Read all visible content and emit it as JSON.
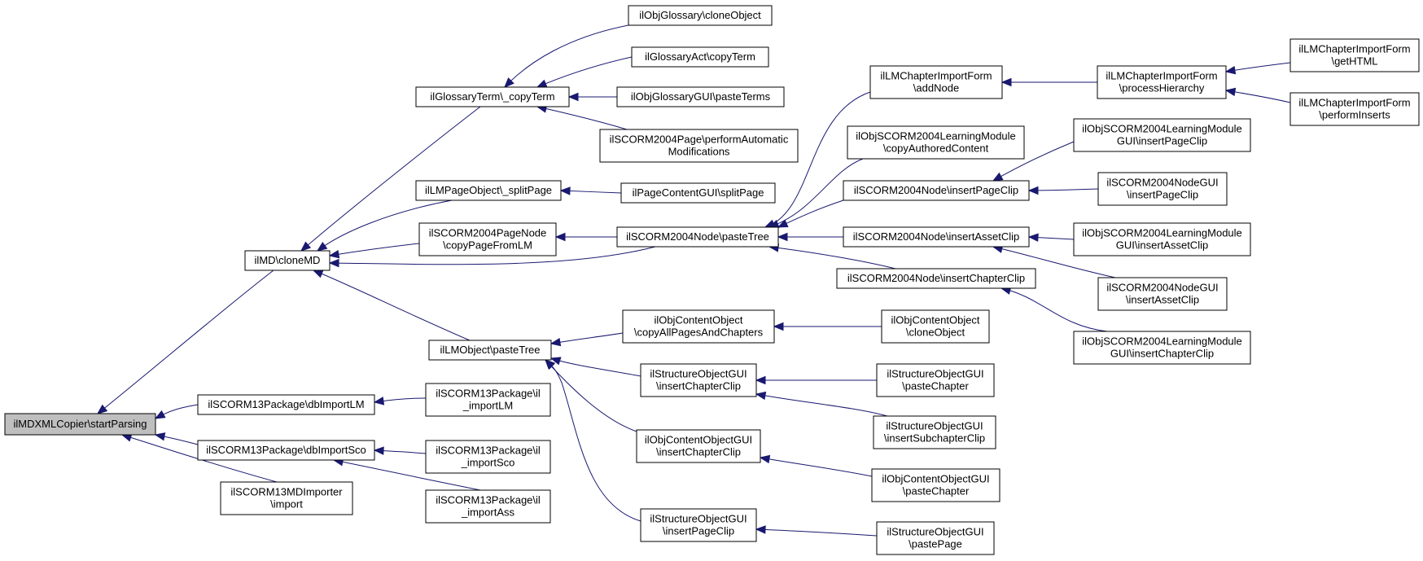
{
  "colors": {
    "edge": "#191970",
    "root_fill": "#bfbfbf",
    "node_fill": "#ffffff",
    "border": "#000000"
  },
  "nodes": {
    "startParsing": [
      "ilMDXMLCopier\\startParsing"
    ],
    "cloneMD": [
      "ilMD\\cloneMD"
    ],
    "dbImportLM": [
      "ilSCORM13Package\\dbImportLM"
    ],
    "dbImportSco": [
      "ilSCORM13Package\\dbImportSco"
    ],
    "mdImporter": [
      "ilSCORM13MDImporter",
      "\\import"
    ],
    "copyTerm": [
      "ilGlossaryTerm\\_copyTerm"
    ],
    "splitPageLM": [
      "ilLMPageObject\\_splitPage"
    ],
    "copyPageFromLM": [
      "ilSCORM2004PageNode",
      "\\copyPageFromLM"
    ],
    "lmPasteTree": [
      "ilLMObject\\pasteTree"
    ],
    "importLM": [
      "ilSCORM13Package\\il",
      "_importLM"
    ],
    "importSco": [
      "ilSCORM13Package\\il",
      "_importSco"
    ],
    "importAss": [
      "ilSCORM13Package\\il",
      "_importAss"
    ],
    "glossCloneObject": [
      "ilObjGlossary\\cloneObject"
    ],
    "glossActCopyTerm": [
      "ilGlossaryAct\\copyTerm"
    ],
    "pasteTerms": [
      "ilObjGlossaryGUI\\pasteTerms"
    ],
    "performAuto": [
      "ilSCORM2004Page\\performAutomatic",
      "Modifications"
    ],
    "pcSplitPage": [
      "ilPageContentGUI\\splitPage"
    ],
    "s2004PasteTree": [
      "ilSCORM2004Node\\pasteTree"
    ],
    "copyAllPages": [
      "ilObjContentObject",
      "\\copyAllPagesAndChapters"
    ],
    "sogInsertChapterClip": [
      "ilStructureObjectGUI",
      "\\insertChapterClip"
    ],
    "cogInsertChapterClip": [
      "ilObjContentObjectGUI",
      "\\insertChapterClip"
    ],
    "sogInsertPageClip": [
      "ilStructureObjectGUI",
      "\\insertPageClip"
    ],
    "addNode": [
      "ilLMChapterImportForm",
      "\\addNode"
    ],
    "copyAuthored": [
      "ilObjSCORM2004LearningModule",
      "\\copyAuthoredContent"
    ],
    "nodeInsertPageClip": [
      "ilSCORM2004Node\\insertPageClip"
    ],
    "nodeInsertAssetClip": [
      "ilSCORM2004Node\\insertAssetClip"
    ],
    "nodeInsertChapterClip": [
      "ilSCORM2004Node\\insertChapterClip"
    ],
    "cooCloneObject": [
      "ilObjContentObject",
      "\\cloneObject"
    ],
    "sogPasteChapter": [
      "ilStructureObjectGUI",
      "\\pasteChapter"
    ],
    "sogInsertSubchapter": [
      "ilStructureObjectGUI",
      "\\insertSubchapterClip"
    ],
    "cogPasteChapter": [
      "ilObjContentObjectGUI",
      "\\pasteChapter"
    ],
    "sogPastePage": [
      "ilStructureObjectGUI",
      "\\pastePage"
    ],
    "processHierarchy": [
      "ilLMChapterImportForm",
      "\\processHierarchy"
    ],
    "lmguiInsertPageClip": [
      "ilObjSCORM2004LearningModule",
      "GUI\\insertPageClip"
    ],
    "nguiInsertPageClip": [
      "ilSCORM2004NodeGUI",
      "\\insertPageClip"
    ],
    "lmguiInsertAssetClip": [
      "ilObjSCORM2004LearningModule",
      "GUI\\insertAssetClip"
    ],
    "nguiInsertAssetClip": [
      "ilSCORM2004NodeGUI",
      "\\insertAssetClip"
    ],
    "lmguiInsertChapterClip": [
      "ilObjSCORM2004LearningModule",
      "GUI\\insertChapterClip"
    ],
    "getHTML": [
      "ilLMChapterImportForm",
      "\\getHTML"
    ],
    "performInserts": [
      "ilLMChapterImportForm",
      "\\performInserts"
    ]
  }
}
